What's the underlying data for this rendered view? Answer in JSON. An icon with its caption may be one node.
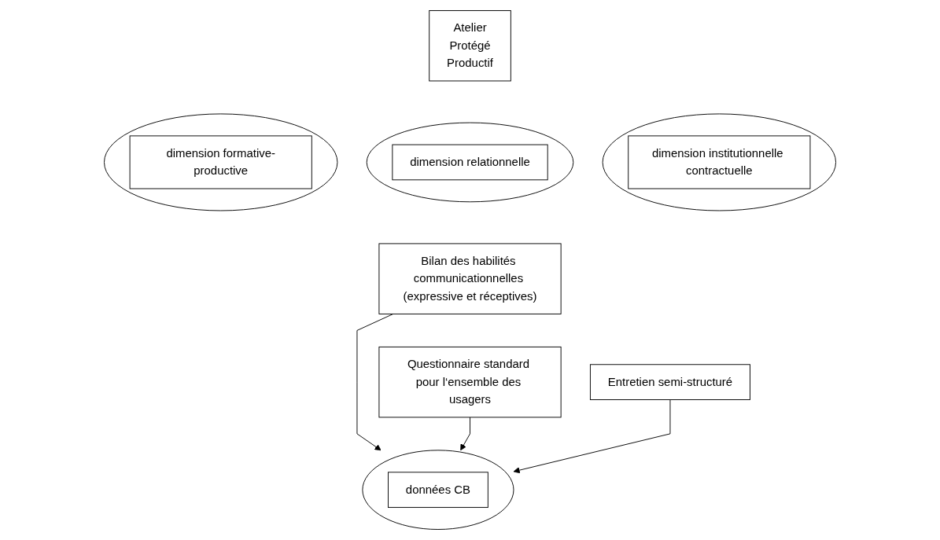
{
  "diagram": {
    "nodes": [
      {
        "text": [
          "Atelier",
          "Protégé",
          "Productif"
        ]
      },
      {
        "text": [],
        "shape": "ellipse"
      },
      {
        "text": [
          "dimension institutionnelle contractuelle"
        ],
        "in": 1
      },
      {
        "text": [],
        "shape": "ellipse"
      },
      {
        "text": [
          "dimension relationnelle"
        ],
        "in": 3
      },
      {
        "text": [],
        "shape": "ellipse"
      },
      {
        "text": [
          "dimension formative-productive"
        ],
        "in": 5
      },
      {
        "text": [
          "Bilan des habilités communicationnelles (expressive et réceptives)"
        ]
      },
      {
        "text": [
          "Questionnaire standard pour l‘ensemble des usagers"
        ]
      },
      {
        "text": [
          "Entretien semi-structuré"
        ]
      },
      {
        "text": [],
        "shape": "ellipse"
      },
      {
        "text": [
          "données CB"
        ],
        "in": 10
      }
    ],
    "edges": [
      {
        "from": 7,
        "to": 10,
        "arrow": "to"
      },
      {
        "from": 8,
        "to": 10,
        "arrow": "to"
      },
      {
        "from": 9,
        "to": 10,
        "arrow": "to"
      }
    ]
  }
}
